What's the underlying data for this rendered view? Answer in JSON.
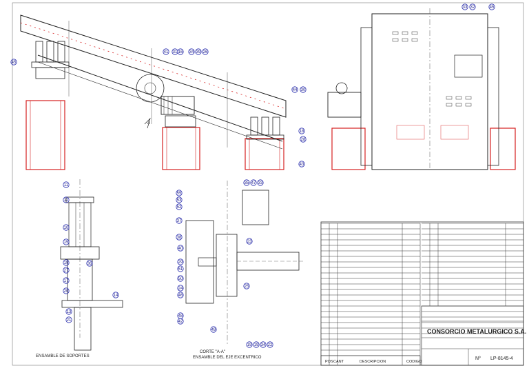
{
  "colors": {
    "line": "#222222",
    "structure_red": "#d62020",
    "balloon_blue": "#2a2fb0",
    "hatch_red": "#e05a5a"
  },
  "views": {
    "supports_caption": "ENSAMBLE DE SOPORTES",
    "section_caption_1": "CORTE \"A-A\"",
    "section_caption_2": "ENSAMBLE DEL EJE EXCENTRICO",
    "section_marker": "A"
  },
  "balloons": {
    "side": [
      "45",
      "41",
      "31",
      "16",
      "34",
      "39",
      "26",
      "44",
      "30",
      "18",
      "28",
      "43"
    ],
    "end": [
      "33",
      "32",
      "45"
    ],
    "supports": [
      "11",
      "12",
      "10",
      "15",
      "19",
      "27",
      "17",
      "20",
      "36",
      "14",
      "13",
      "21"
    ],
    "section": [
      "35",
      "47",
      "33",
      "23",
      "55",
      "53",
      "52",
      "37",
      "38",
      "40",
      "29",
      "51",
      "50",
      "24",
      "46",
      "48",
      "42",
      "25",
      "49",
      "19",
      "19",
      "34",
      "22"
    ]
  },
  "parts_table": {
    "headers": [
      "POS",
      "CANT",
      "DESCRIPCION",
      "CODIGO"
    ],
    "rows_left_count": 24,
    "rows_right_count": 20
  },
  "title_block": {
    "company": "CONSORCIO METALURGICO S.A.",
    "drawing_number": "LP-8145-4",
    "no_label": "Nº",
    "pos_label": "POS",
    "cant_label": "CANT",
    "desc_label": "DESCRIPCION",
    "code_label": "CODIGO"
  }
}
